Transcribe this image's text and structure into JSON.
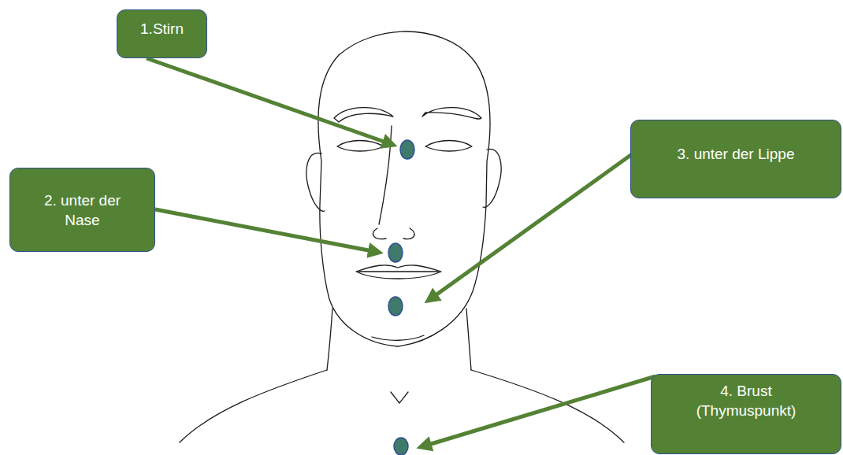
{
  "diagram": {
    "nodes": [
      {
        "text": [
          "1.Stirn"
        ]
      },
      {
        "text": [
          "2. unter der Nase"
        ]
      },
      {
        "text": [
          "3. unter der Lippe"
        ]
      },
      {
        "text": [
          "4. Brust (Thymuspunkt)"
        ]
      }
    ]
  }
}
